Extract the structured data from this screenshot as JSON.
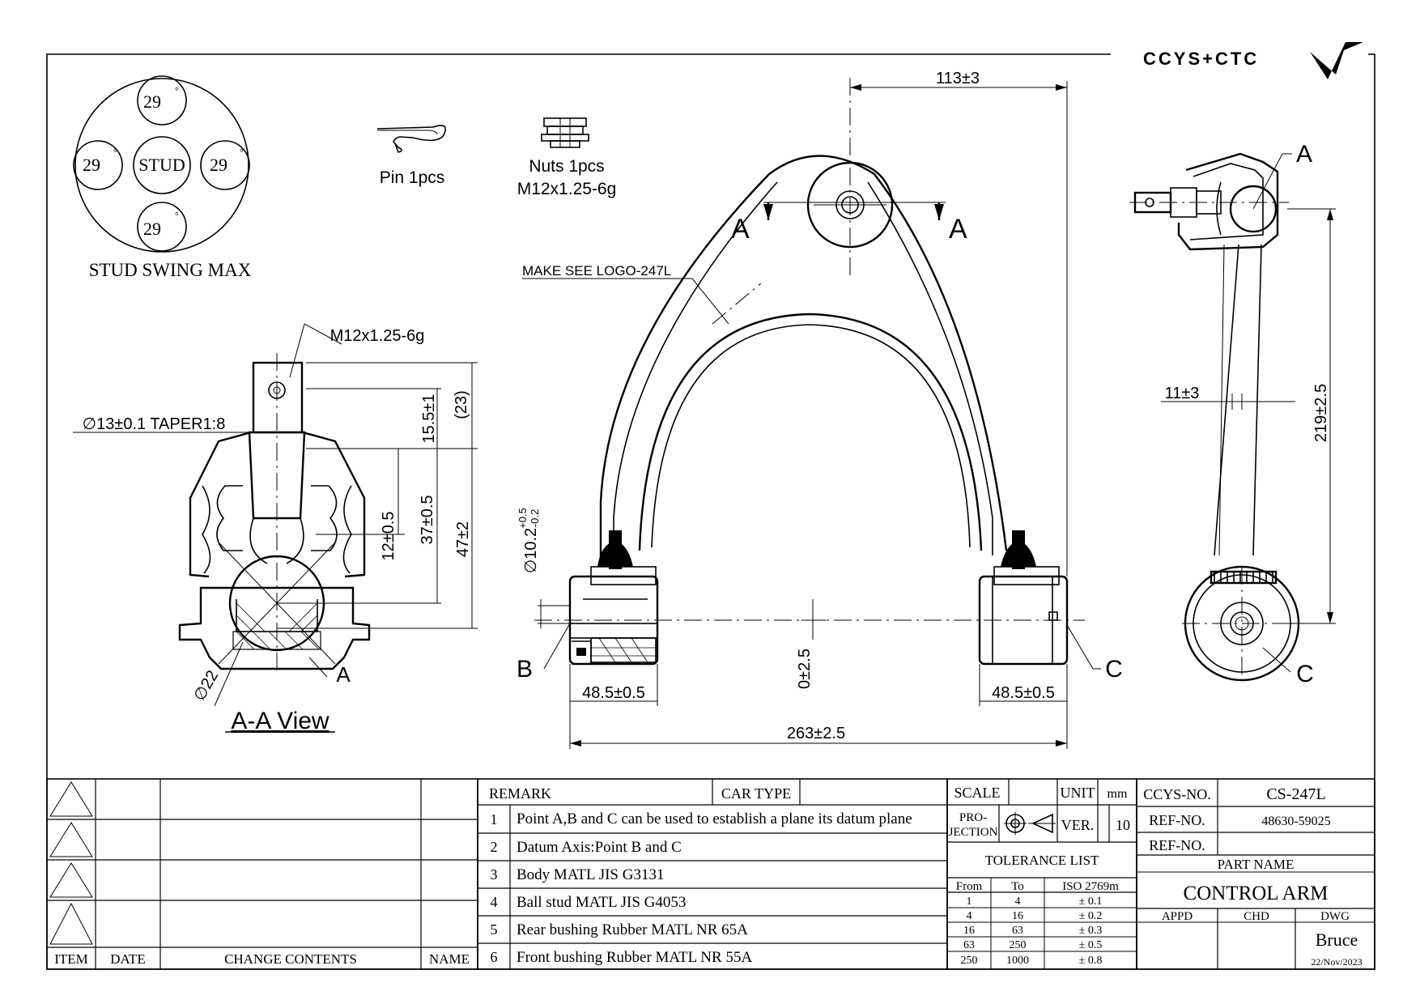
{
  "logo_text": "CCYS+CTC",
  "swing": {
    "center": "STUD",
    "angles": [
      "29",
      "29",
      "29",
      "29"
    ],
    "degree_mark": "°",
    "caption": "STUD SWING MAX"
  },
  "accessories": {
    "pin": "Pin 1pcs",
    "nuts_line1": "Nuts 1pcs",
    "nuts_line2": "M12x1.25-6g"
  },
  "section_view": {
    "thread": "M12x1.25-6g",
    "taper": "∅13±0.1 TAPER1:8",
    "dim_15_5": "15.5±1",
    "dim_23": "(23)",
    "dim_12": "12±0.5",
    "dim_37": "37±0.5",
    "dim_47": "47±2",
    "dim_22": "∅22",
    "point_a": "A",
    "title": "A-A View"
  },
  "front_view": {
    "dim_113": "113±3",
    "section_a_left": "A",
    "section_a_right": "A",
    "logo_note": "MAKE SEE LOGO-247L",
    "dim_bore": "∅10.2",
    "dim_bore_tol_upper": "+0.5",
    "dim_bore_tol_lower": "-0.2",
    "point_b": "B",
    "point_c": "C",
    "dim_48_left": "48.5±0.5",
    "dim_48_right": "48.5±0.5",
    "dim_0": "0±2.5",
    "dim_263": "263±2.5"
  },
  "side_view": {
    "point_a": "A",
    "point_c": "C",
    "dim_11": "11±3",
    "dim_219": "219±2.5"
  },
  "revision_table": {
    "headers": [
      "ITEM",
      "DATE",
      "CHANGE CONTENTS",
      "NAME"
    ]
  },
  "remarks": {
    "header": "REMARK",
    "car_type": "CAR TYPE",
    "items": [
      {
        "no": "1",
        "text": "Point A,B and C can be used to establish a plane its datum plane"
      },
      {
        "no": "2",
        "text": "Datum Axis:Point B and C"
      },
      {
        "no": "3",
        "text": "Body MATL JIS G3131"
      },
      {
        "no": "4",
        "text": "Ball stud MATL JIS G4053"
      },
      {
        "no": "5",
        "text": "Rear bushing Rubber MATL NR 65A"
      },
      {
        "no": "6",
        "text": "Front bushing Rubber MATL NR 55A"
      }
    ]
  },
  "spec": {
    "scale_label": "SCALE",
    "unit_label": "UNIT",
    "unit_value": "mm",
    "projection_line1": "PRO-",
    "projection_line2": "JECTION",
    "ver_label": "VER.",
    "ver_value": "10",
    "tolerance_title": "TOLERANCE LIST",
    "tolerance_headers": [
      "From",
      "To",
      "ISO 2769m"
    ],
    "tolerance_rows": [
      [
        "1",
        "4",
        "± 0.1"
      ],
      [
        "4",
        "16",
        "± 0.2"
      ],
      [
        "16",
        "63",
        "± 0.3"
      ],
      [
        "63",
        "250",
        "± 0.5"
      ],
      [
        "250",
        "1000",
        "± 0.8"
      ]
    ]
  },
  "title_block": {
    "ccys_label": "CCYS-NO.",
    "ccys_value": "CS-247L",
    "ref_label": "REF-NO.",
    "ref_value": "48630-59025",
    "ref_label2": "REF-NO.",
    "ref_value2": "",
    "part_name_label": "PART NAME",
    "part_name": "CONTROL ARM",
    "appd": "APPD",
    "chd": "CHD",
    "dwg": "DWG",
    "drawer": "Bruce",
    "date": "22/Nov/2023"
  }
}
